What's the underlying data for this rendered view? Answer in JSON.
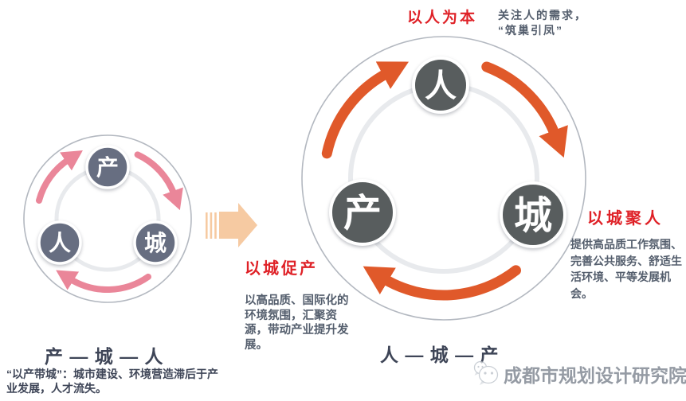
{
  "colors": {
    "accent_red": "#df2127",
    "arrow_orange": "#e0592a",
    "arrow_pink": "#ea8699",
    "node_slate": "#676e81",
    "node_dark": "#585d5e",
    "title_navy": "#3e4557",
    "body_gray": "#545e6d",
    "ring_gray": "#e8eaed",
    "circle_border": "#b3b8c0",
    "block_arrow": "#f6caa2"
  },
  "left_diagram": {
    "title": "产 — 城 — 人",
    "caption": "“以产带城”：城市建设、环境营造滞后于产业发展，人才流失。",
    "nodes": {
      "top": "产",
      "bottom_left": "人",
      "bottom_right": "城"
    }
  },
  "right_diagram": {
    "title": "人 — 城 — 产",
    "nodes": {
      "top": "人",
      "left": "产",
      "right": "城"
    },
    "annotations": {
      "top": {
        "heading": "以人为本",
        "text": "关注人的需求，\n“筑巢引凤”"
      },
      "right": {
        "heading": "以城聚人",
        "text": "提供高品质工作氛围、完善公共服务、舒适生活环境、平等发展机会。"
      },
      "bottom_left": {
        "heading": "以城促产",
        "text": "以高品质、国际化的环境氛围，汇聚资源，带动产业提升发展。"
      }
    }
  },
  "watermark": {
    "source_name": "成都市规划设计研究院"
  }
}
